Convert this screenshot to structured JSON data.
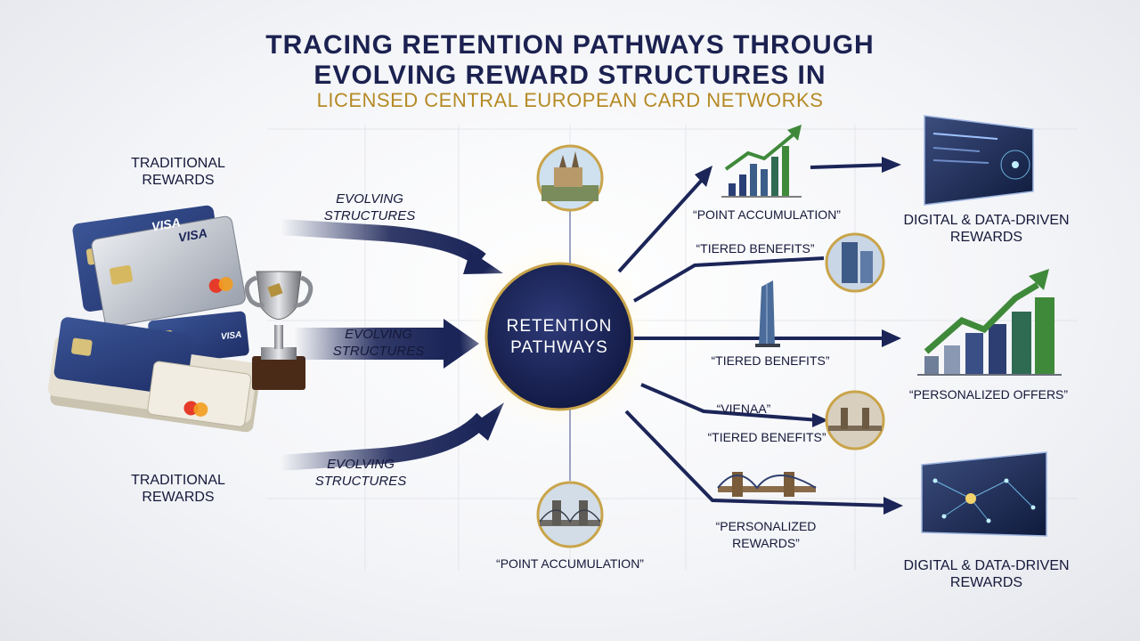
{
  "title": {
    "line1": "TRACING RETENTION PATHWAYS THROUGH",
    "line2": "EVOLVING REWARD STRUCTURES IN",
    "line3": "LICENSED CENTRAL EUROPEAN CARD NETWORKS"
  },
  "left": {
    "top_label": "TRADITIONAL REWARDS",
    "bottom_label": "TRADITIONAL REWARDS",
    "arrow1_label": "EVOLVING STRUCTURES",
    "arrow2_label": "EVOLVING STRUCTURES",
    "arrow3_label": "EVOLVING STRUCTURES",
    "card_brand_1": "VISA",
    "card_brand_2": "VISA",
    "card_brand_3": "VISA"
  },
  "center": {
    "label": "RETENTION PATHWAYS",
    "bottom_caption": "“POINT ACCUMULATION”"
  },
  "branches": {
    "b1": "“POINT ACCUMULATION”",
    "b2": "“TIERED BENEFITS”",
    "b3": "“TIERED BENEFITS”",
    "b4a": "“VIENAA”",
    "b4b": "“TIERED BENEFITS”",
    "b5": "“PERSONALIZED REWARDS”"
  },
  "right": {
    "top_label": "DIGITAL & DATA-DRIVEN REWARDS",
    "mid_label": "“PERSONALIZED OFFERS”",
    "bottom_label": "DIGITAL & DATA-DRIVEN REWARDS"
  },
  "colors": {
    "navy": "#1b2558",
    "gold": "#c9a44a",
    "green": "#3f8a3a"
  }
}
